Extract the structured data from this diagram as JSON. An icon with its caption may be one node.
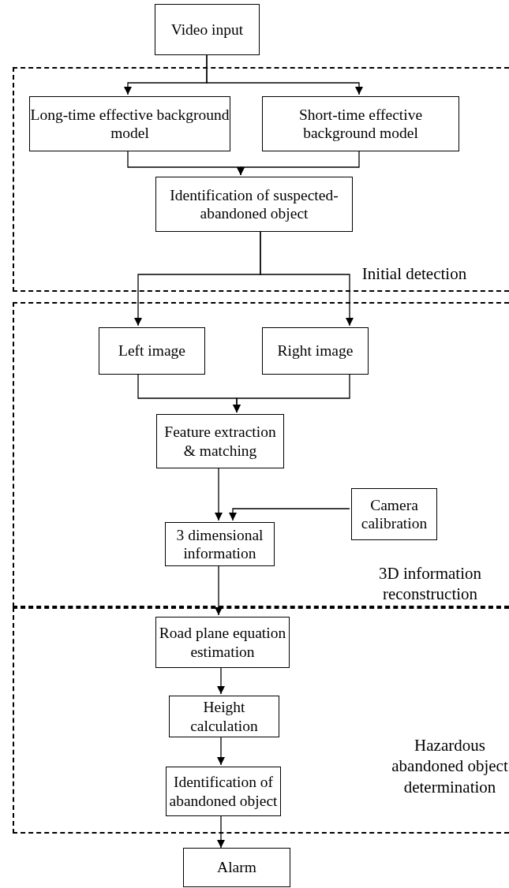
{
  "diagram": {
    "nodes": [
      {
        "text": [
          "Video input"
        ]
      },
      {
        "text": [
          "Initial detection"
        ]
      },
      {
        "text": [
          "Long-time effective background model"
        ],
        "in": 1
      },
      {
        "text": [
          "Short-time effective background model"
        ],
        "in": 1
      },
      {
        "text": [
          "Identification of suspected-abandoned object"
        ],
        "in": 1
      },
      {
        "text": [
          "3D information reconstruction"
        ]
      },
      {
        "text": [
          "Left image"
        ],
        "in": 5
      },
      {
        "text": [
          "Right image"
        ],
        "in": 5
      },
      {
        "text": [
          "Feature extraction & matching"
        ],
        "in": 5
      },
      {
        "text": [
          "Camera calibration"
        ],
        "in": 5
      },
      {
        "text": [
          "3 dimensional information"
        ],
        "in": 5
      },
      {
        "text": [
          "Hazardous abandoned object determination"
        ]
      },
      {
        "text": [
          "Road plane equation estimation"
        ],
        "in": 11
      },
      {
        "text": [
          "Height calculation"
        ],
        "in": 11
      },
      {
        "text": [
          "Identification of abandoned object"
        ],
        "in": 11
      },
      {
        "text": [
          "Alarm"
        ]
      }
    ],
    "edges": [
      {
        "from": 0,
        "to": 2,
        "arrow": "to"
      },
      {
        "from": 0,
        "to": 3,
        "arrow": "to"
      },
      {
        "from": 2,
        "to": 4,
        "arrow": "to"
      },
      {
        "from": 3,
        "to": 4,
        "arrow": "to"
      },
      {
        "from": 4,
        "to": 6,
        "arrow": "to"
      },
      {
        "from": 4,
        "to": 7,
        "arrow": "to"
      },
      {
        "from": 6,
        "to": 8,
        "arrow": "to"
      },
      {
        "from": 7,
        "to": 8,
        "arrow": "to"
      },
      {
        "from": 8,
        "to": 10,
        "arrow": "to"
      },
      {
        "from": 9,
        "to": 10,
        "arrow": "to"
      },
      {
        "from": 10,
        "to": 12,
        "arrow": "to"
      },
      {
        "from": 12,
        "to": 13,
        "arrow": "to"
      },
      {
        "from": 13,
        "to": 14,
        "arrow": "to"
      },
      {
        "from": 14,
        "to": 15,
        "arrow": "to"
      }
    ]
  }
}
